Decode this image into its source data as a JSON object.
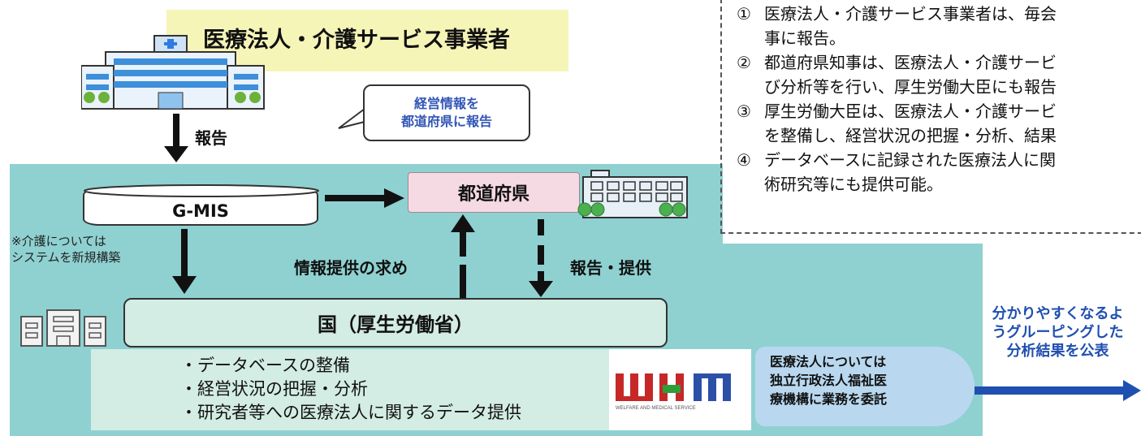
{
  "top": {
    "provider_title": "医療法人・介護サービス事業者",
    "callout_line1": "経営情報を",
    "callout_line2": "都道府県に報告",
    "report_label": "報告"
  },
  "system": {
    "gmis_label": "G-MIS",
    "kaigo_note_line1": "※介護については",
    "kaigo_note_line2": "システムを新規構築",
    "prefecture_label": "都道府県",
    "info_request_label": "情報提供の求め",
    "report_provide_label": "報告・提供",
    "national_label": "国（厚生労働省）"
  },
  "tasks": [
    "・データベースの整備",
    "・経営状況の把握・分析",
    "・研究者等への医療法人に関するデータ提供"
  ],
  "wam": {
    "logo_text": "WAM",
    "logo_subtext": "WELFARE AND MEDICAL SERVICE",
    "note_lines": [
      "医療法人については",
      "独立行政法人福祉医",
      "療機構に業務を委託"
    ]
  },
  "publish_lines": [
    "分かりやすくなるよ",
    "うグルーピングした",
    "分析結果を公表"
  ],
  "notes": [
    {
      "num": "①",
      "lines": [
        "医療法人・介護サービス事業者は、毎会",
        "事に報告。"
      ]
    },
    {
      "num": "②",
      "lines": [
        "都道府県知事は、医療法人・介護サービ",
        "び分析等を行い、厚生労働大臣にも報告"
      ]
    },
    {
      "num": "③",
      "lines": [
        "厚生労働大臣は、医療法人・介護サービ",
        "を整備し、経営状況の把握・分析、結果"
      ]
    },
    {
      "num": "④",
      "lines": [
        "データベースに記録された医療法人に関",
        "術研究等にも提供可能。"
      ]
    }
  ],
  "colors": {
    "teal": "#8fd1d1",
    "yellow": "#f6f5b8",
    "pink": "#f5d9e3",
    "light_green": "#d3ece4",
    "blue_text": "#1f4fb0",
    "bubble": "#b9d8ef"
  }
}
